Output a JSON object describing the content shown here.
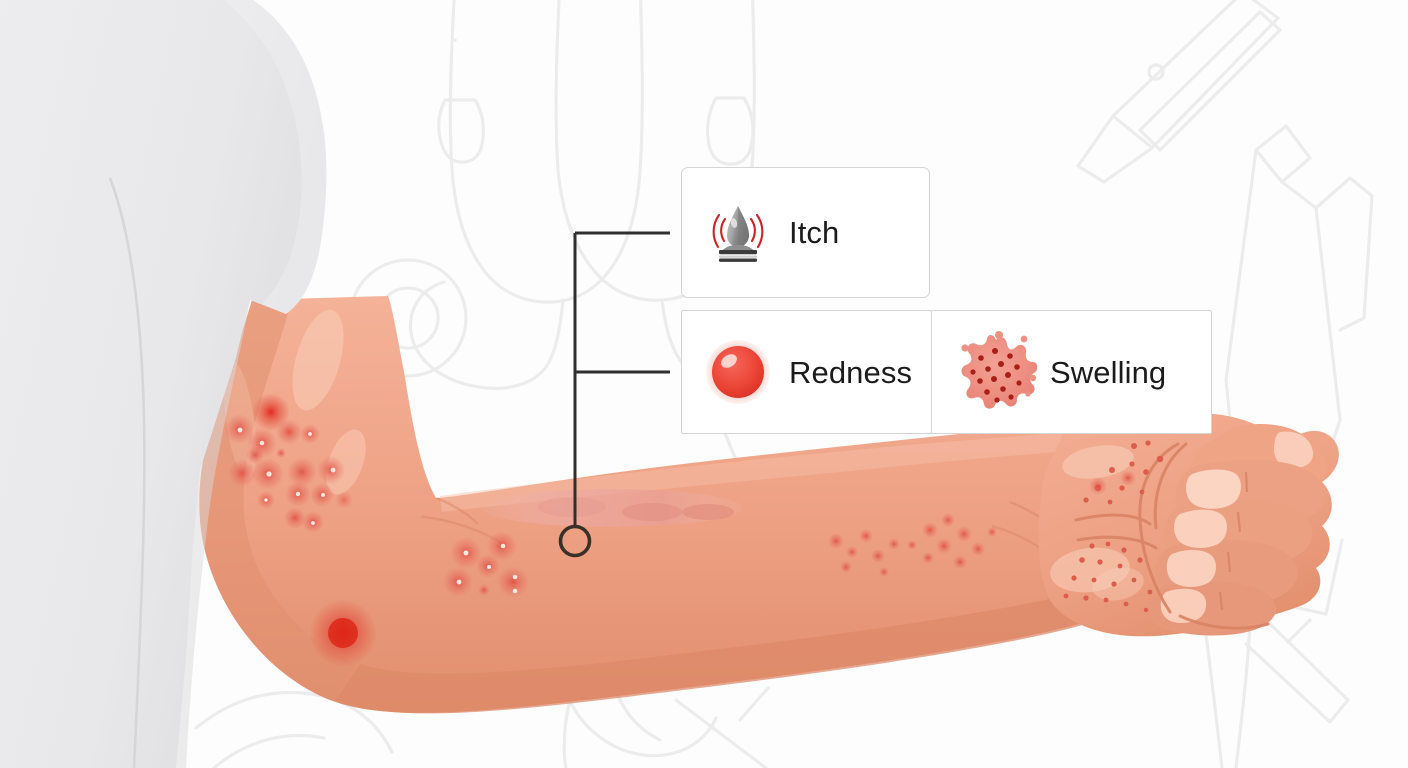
{
  "scene": {
    "title": "Skin rash symptoms on forearm",
    "background_color": "#fdfdfd"
  },
  "symptom_cards": [
    {
      "id": "itch",
      "label": "Itch",
      "icon": "itch-vibration-icon",
      "icon_colors": {
        "body": "#9b9b9b",
        "body_dark": "#6f6f6f",
        "waves": "#d32020",
        "base": "#3c3c3c"
      }
    },
    {
      "id": "redness",
      "label": "Redness",
      "icon": "redness-circle-icon",
      "icon_colors": {
        "core": "#ef4136",
        "halo": "#f6b3a8",
        "highlight": "#ffffff"
      }
    },
    {
      "id": "swelling",
      "label": "Swelling",
      "icon": "swelling-blob-icon",
      "icon_colors": {
        "blob": "#ef8b80",
        "dots": "#b22222",
        "satellites": "#ef8b80"
      }
    }
  ],
  "callout": {
    "marker": "lesion-marker-circle",
    "marker_color": "#3a3028",
    "line_color": "#2f2f2f"
  },
  "illustration": {
    "sleeve_label": "t-shirt-sleeve",
    "arm_label": "forearm",
    "hand_label": "closed-fist-hand",
    "lesion_label": "inflamed-patch",
    "rash_label": "rash-spot-cluster",
    "colors": {
      "sleeve": "#e9e9eb",
      "sleeve_shadow": "#dcdcde",
      "skin": "#efa183",
      "skin_light": "#f2ad92",
      "skin_shadow": "#e08f70",
      "skin_highlight": "#f7c3ae",
      "rash_red": "#e05a4c",
      "rash_deep": "#e02b1e",
      "lesion_pink": "#efb0ac"
    }
  },
  "watermarks": [
    {
      "name": "stethoscope-watermark"
    },
    {
      "name": "scalpel-watermark"
    },
    {
      "name": "pen-watermark"
    },
    {
      "name": "syringe-watermark"
    },
    {
      "name": "tweezers-watermark"
    }
  ]
}
